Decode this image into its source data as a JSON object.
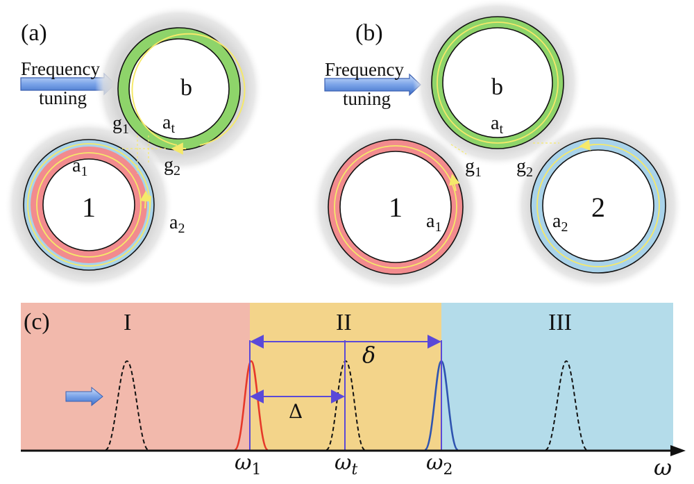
{
  "panel_a": {
    "label": "(a)",
    "tuning_line1": "Frequency",
    "tuning_line2": "tuning",
    "ring_b": "b",
    "ring_1": "1",
    "at_base": "a",
    "at_sub": "t",
    "a1_base": "a",
    "a1_sub": "1",
    "a2_base": "a",
    "a2_sub": "2",
    "g1_base": "g",
    "g1_sub": "1",
    "g2_base": "g",
    "g2_sub": "2"
  },
  "panel_b": {
    "label": "(b)",
    "tuning_line1": "Frequency",
    "tuning_line2": "tuning",
    "ring_b": "b",
    "ring_1": "1",
    "ring_2": "2",
    "at_base": "a",
    "at_sub": "t",
    "a1_base": "a",
    "a1_sub": "1",
    "a2_base": "a",
    "a2_sub": "2",
    "g1_base": "g",
    "g1_sub": "1",
    "g2_base": "g",
    "g2_sub": "2"
  },
  "panel_c": {
    "label": "(c)",
    "region_I": "I",
    "region_II": "II",
    "region_III": "III",
    "delta_big": "Δ",
    "delta_small": "δ",
    "w1_base": "ω",
    "w1_sub": "1",
    "wt_base": "ω",
    "wt_sub": "t",
    "w2_base": "ω",
    "w2_sub": "2",
    "axis_label": "ω"
  },
  "colors": {
    "ring_b": "#8ed46a",
    "ring_1": "#f28b8e",
    "ring_2": "#a9d3ea",
    "flow_arrow": "#f5e96a",
    "region_I": "#f2b9ac",
    "region_II": "#f3d48a",
    "region_III": "#b4dcea",
    "bracket": "#5a49d8",
    "peak_red": "#e6392a",
    "peak_blue": "#2f54b0",
    "tuning_arrow": "#5b86d6"
  }
}
